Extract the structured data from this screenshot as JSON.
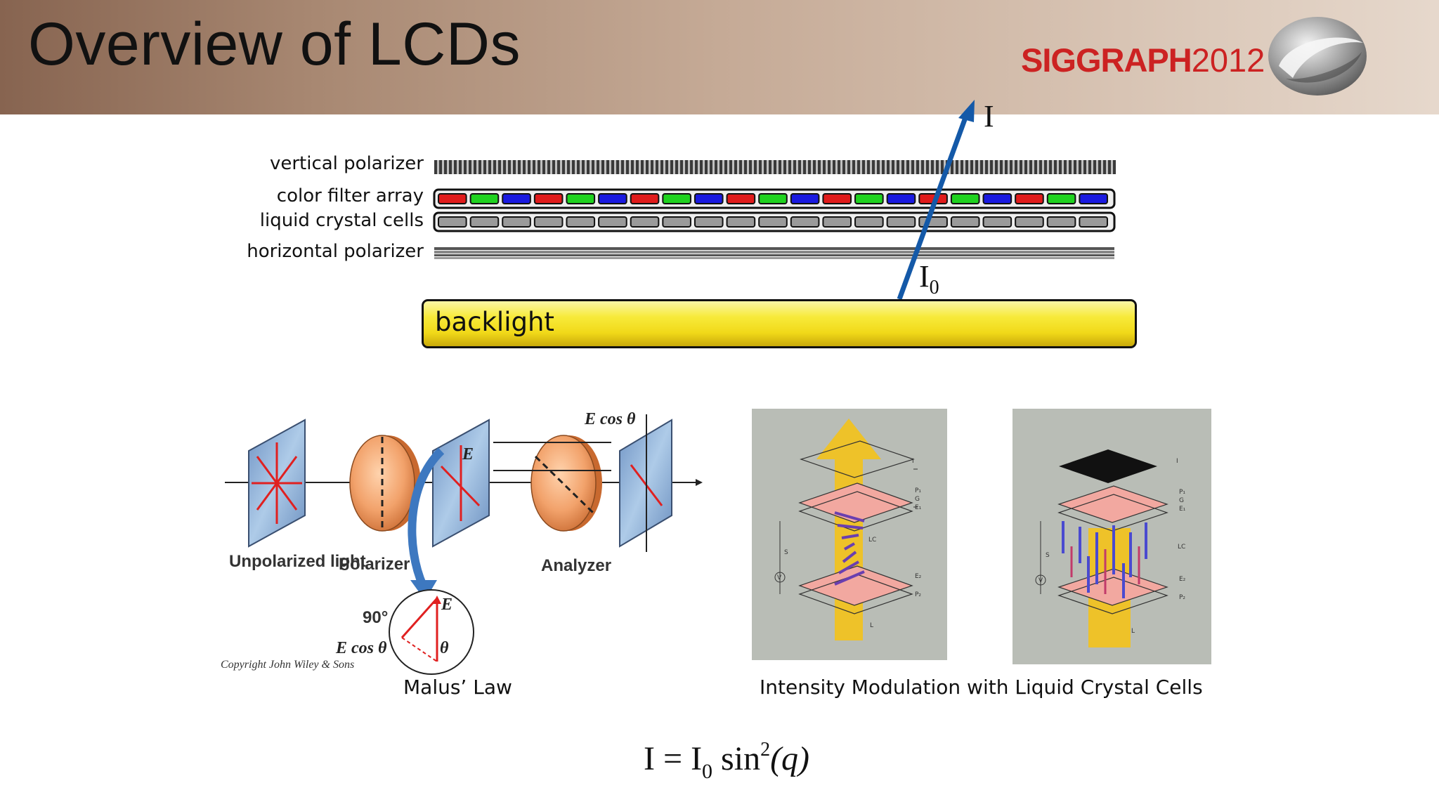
{
  "slide": {
    "title": "Overview of LCDs",
    "logo": {
      "bold": "SIGGRAPH",
      "year": "2012",
      "mark": "siggraph-swirl-icon"
    }
  },
  "layers": {
    "vertical_polarizer": "vertical polarizer",
    "color_filter_array": "color filter array",
    "liquid_crystal_cells": "liquid crystal cells",
    "horizontal_polarizer": "horizontal polarizer",
    "backlight": "backlight",
    "filter_colors": [
      "#e01b1b",
      "#1fd21f",
      "#1a1ae0"
    ],
    "cell_color": "#9a9a9a",
    "beam_color": "#1459a8"
  },
  "beam": {
    "input": "I",
    "input_sub": "0",
    "output": "I"
  },
  "malus_figure": {
    "unpolarized": "Unpolarized light",
    "polarizer": "Polarizer",
    "analyzer": "Analyzer",
    "ecos_top": "E cos θ",
    "e_label": "E",
    "angle": "90°",
    "ecos_bottom": "E cos θ",
    "theta": "θ",
    "copyright": "Copyright John Wiley & Sons",
    "caption": "Malus’ Law"
  },
  "lc_figure": {
    "left_labels": {
      "i": "I",
      "p1": "P₁",
      "g": "G",
      "e1": "E₁",
      "lc": "LC",
      "e2": "E₂",
      "p2": "P₂",
      "l": "L",
      "s": "S",
      "v": "V"
    },
    "right_labels": {
      "i": "I",
      "p1": "P₁",
      "g": "G",
      "e1": "E₁",
      "lc": "LC",
      "e2": "E₂",
      "p2": "P₂",
      "l": "L",
      "s": "S",
      "v": "V"
    },
    "caption": "Intensity Modulation with Liquid Crystal Cells"
  },
  "equation": {
    "lhs": "I",
    "eq": "=",
    "i": "I",
    "sub": "0",
    "fn": "sin",
    "exp": "2",
    "arg": "(q)"
  }
}
